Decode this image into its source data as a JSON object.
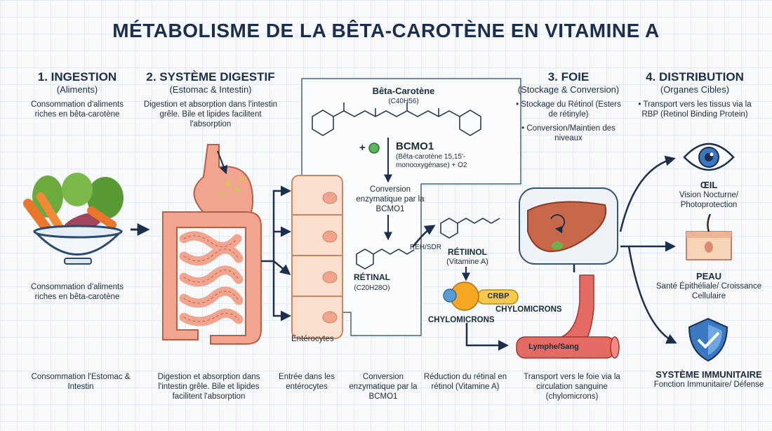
{
  "title": "MÉTABOLISME DE LA BÊTA-CAROTÈNE EN VITAMINE A",
  "sections": {
    "ingestion": {
      "title": "1. INGESTION",
      "subtitle": "(Aliments)",
      "desc": "Consommation d'aliments riches en bêta-carotène",
      "mid_desc": "Consommation d'aliments riches en bêta-carotène"
    },
    "digestive": {
      "title": "2. SYSTÈME DIGESTIF",
      "subtitle": "(Estomac & Intestin)",
      "desc": "Digestion et absorption dans l'intestin grêle. Bile et lipides facilitent l'absorption"
    },
    "liver": {
      "title": "3. FOIE",
      "subtitle": "(Stockage & Conversion)",
      "bullet1": "• Stockage du Rétinol (Esters de rétinyle)",
      "bullet2": "• Conversion/Maintien des niveaux"
    },
    "distribution": {
      "title": "4. DISTRIBUTION",
      "subtitle": "(Organes Cibles)",
      "bullet1": "• Transport vers les tissus via la RBP (Retinol Binding Protein)"
    }
  },
  "chemistry": {
    "beta_carotene": "Bêta-Carotène",
    "beta_formula": "(C40H56)",
    "plus": "+",
    "enzyme": "BCMO1",
    "enzyme_full": "(Bêta-carotène 15,15'-monooxygénase) + O2",
    "conversion": "Conversion enzymatique par la BCMO1",
    "retinal": "RÉTINAL",
    "retinal_formula": "(C20H28O)",
    "reh": "REH/SDR",
    "retinol": "RÉTIINOL",
    "retinol_sub": "(Vitamine A)",
    "crbp": "CRBP",
    "chylo1": "CHYLOMICRONS",
    "chylo2": "CHYLOMICRONS",
    "lymph": "Lymphe/Sang",
    "enterocytes": "Entérocytes"
  },
  "targets": {
    "eye": {
      "title": "ŒIL",
      "desc": "Vision Nocturne/ Photoprotection"
    },
    "skin": {
      "title": "PEAU",
      "desc": "Santé Épithéliale/ Croissance Cellulaire"
    },
    "immune": {
      "title": "SYSTÈME IMMUNITAIRE",
      "desc": "Fonction Immunitaire/ Défense"
    }
  },
  "bottom": [
    "Consommation l'Estomac & Intestin",
    "Digestion et absorption dans l'intestin grêle. Bile et lipides facilitent l'absorption",
    "Entrée dans les entérocytes",
    "Conversion enzymatique par la BCMO1",
    "Réduction du rétinal en rétinol (Vitamine A)",
    "Transport vers le foie via la circulation sanguine (chylomicrons)"
  ],
  "colors": {
    "navy": "#1b2e4b",
    "stomach": "#f2a58e",
    "liver": "#c8684a",
    "shield": "#3a78c2",
    "green": "#5cb85c",
    "orange": "#f5a623",
    "yellow": "#f6c94a"
  }
}
